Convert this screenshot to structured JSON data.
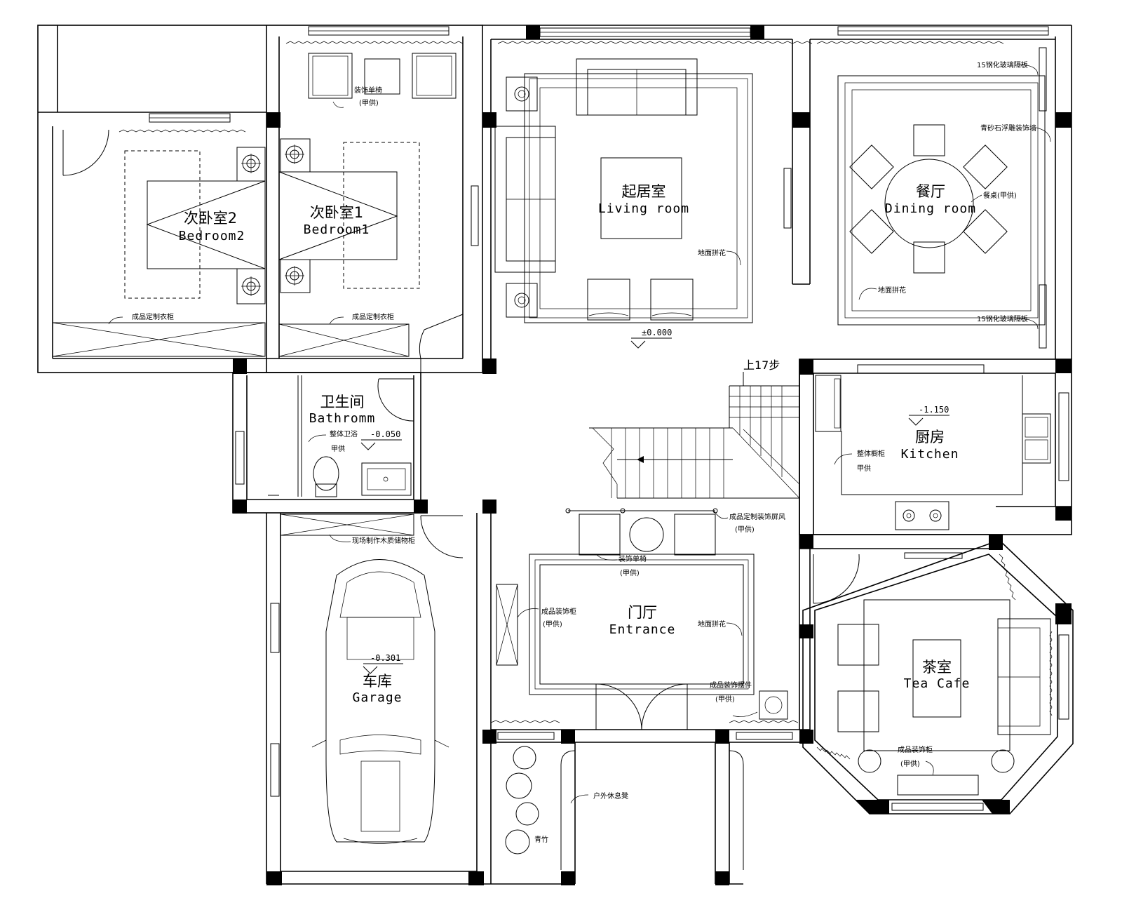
{
  "rooms": {
    "bedroom2": {
      "cn": "次卧室2",
      "en": "Bedroom2"
    },
    "bedroom1": {
      "cn": "次卧室1",
      "en": "Bedroom1"
    },
    "living": {
      "cn": "起居室",
      "en": "Living room"
    },
    "dining": {
      "cn": "餐厅",
      "en": "Dining room"
    },
    "bathroom": {
      "cn": "卫生间",
      "en": "Bathromm"
    },
    "kitchen": {
      "cn": "厨房",
      "en": "Kitchen"
    },
    "entrance": {
      "cn": "门厅",
      "en": "Entrance"
    },
    "garage": {
      "cn": "车库",
      "en": "Garage"
    },
    "tea": {
      "cn": "茶室",
      "en": "Tea Cafe"
    }
  },
  "levels": {
    "living": "±0.000",
    "bathroom": "-0.050",
    "kitchen": "-1.150",
    "garage": "-0.301"
  },
  "stairs_label": "上17步",
  "annotations": {
    "decor_chair": "装饰单椅",
    "supply_a": "(甲供)",
    "wardrobe_bed2": "成品定制衣柜",
    "wardrobe_bed1": "成品定制衣柜",
    "floor_pattern_living": "地面拼花",
    "floor_pattern_dining": "地面拼花",
    "glass_partition_top": "15钢化玻璃隔板",
    "glass_partition_bottom": "15钢化玻璃隔板",
    "sandstone_wall": "青砂石浮雕装饰墙",
    "dining_table": "餐桌(甲供)",
    "bath_unit": "整体卫浴",
    "bath_supply": "甲供",
    "kitchen_cabinet": "整体橱柜",
    "kitchen_supply": "甲供",
    "screen": "成品定制装饰屏风",
    "screen_supply": "(甲供)",
    "storage": "现场制作木质储物柜",
    "entrance_chair": "装饰单椅",
    "entrance_chair_supply": "(甲供)",
    "display_cabinet": "成品装饰柜",
    "display_supply": "(甲供)",
    "floor_pattern_entrance": "地面拼花",
    "decor_piece": "成品装饰摆件",
    "decor_piece_supply": "(甲供)",
    "tea_cabinet": "成品装饰柜",
    "tea_cabinet_supply": "(甲供)",
    "outdoor": "户外休息凳",
    "bamboo": "青竹"
  }
}
